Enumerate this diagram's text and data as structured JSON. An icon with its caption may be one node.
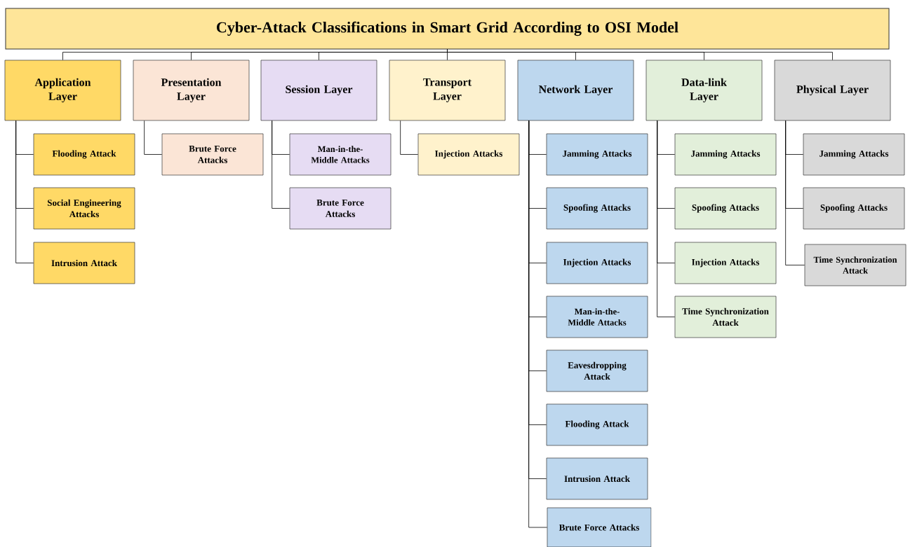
{
  "diagram": {
    "nodes": [
      {
        "text": [
          "Cyber-Attack Classifications in Smart Grid According to OSI Model"
        ]
      },
      {
        "text": [
          "Application Layer"
        ]
      },
      {
        "text": [
          "Presentation Layer"
        ]
      },
      {
        "text": [
          "Session Layer"
        ]
      },
      {
        "text": [
          "Transport Layer"
        ]
      },
      {
        "text": [
          "Network Layer"
        ]
      },
      {
        "text": [
          "Data-link Layer"
        ]
      },
      {
        "text": [
          "Physical Layer"
        ]
      },
      {
        "text": [
          "Flooding Attack"
        ]
      },
      {
        "text": [
          "Social Engineering Attacks"
        ]
      },
      {
        "text": [
          "Intrusion Attack"
        ]
      },
      {
        "text": [
          "Brute Force Attacks"
        ]
      },
      {
        "text": [
          "Man-in-the-Middle Attacks"
        ]
      },
      {
        "text": [
          "Brute Force Attacks"
        ]
      },
      {
        "text": [
          "Injection Attacks"
        ]
      },
      {
        "text": [
          "Jamming Attacks"
        ]
      },
      {
        "text": [
          "Spoofing Attacks"
        ]
      },
      {
        "text": [
          "Injection Attacks"
        ]
      },
      {
        "text": [
          "Man-in-the-Middle Attacks"
        ]
      },
      {
        "text": [
          "Eavesdropping Attack"
        ]
      },
      {
        "text": [
          "Flooding Attack"
        ]
      },
      {
        "text": [
          "Intrusion Attack"
        ]
      },
      {
        "text": [
          "Brute Force Attacks"
        ]
      },
      {
        "text": [
          "Jamming Attacks"
        ]
      },
      {
        "text": [
          "Spoofing Attacks"
        ]
      },
      {
        "text": [
          "Injection Attacks"
        ]
      },
      {
        "text": [
          "Time Synchronization Attack"
        ]
      },
      {
        "text": [
          "Jamming Attacks"
        ]
      },
      {
        "text": [
          "Spoofing Attacks"
        ]
      },
      {
        "text": [
          "Time Synchronization Attack"
        ]
      }
    ],
    "edges": [
      {
        "from": 0,
        "to": 1,
        "arrow": "none"
      },
      {
        "from": 0,
        "to": 2,
        "arrow": "none"
      },
      {
        "from": 0,
        "to": 3,
        "arrow": "none"
      },
      {
        "from": 0,
        "to": 4,
        "arrow": "none"
      },
      {
        "from": 0,
        "to": 5,
        "arrow": "none"
      },
      {
        "from": 0,
        "to": 6,
        "arrow": "none"
      },
      {
        "from": 0,
        "to": 7,
        "arrow": "none"
      },
      {
        "from": 1,
        "to": 8,
        "arrow": "none"
      },
      {
        "from": 1,
        "to": 9,
        "arrow": "none"
      },
      {
        "from": 1,
        "to": 10,
        "arrow": "none"
      },
      {
        "from": 2,
        "to": 11,
        "arrow": "none"
      },
      {
        "from": 3,
        "to": 12,
        "arrow": "none"
      },
      {
        "from": 3,
        "to": 13,
        "arrow": "none"
      },
      {
        "from": 4,
        "to": 14,
        "arrow": "none"
      },
      {
        "from": 5,
        "to": 15,
        "arrow": "none"
      },
      {
        "from": 5,
        "to": 16,
        "arrow": "none"
      },
      {
        "from": 5,
        "to": 17,
        "arrow": "none"
      },
      {
        "from": 5,
        "to": 18,
        "arrow": "none"
      },
      {
        "from": 5,
        "to": 19,
        "arrow": "none"
      },
      {
        "from": 5,
        "to": 20,
        "arrow": "none"
      },
      {
        "from": 5,
        "to": 21,
        "arrow": "none"
      },
      {
        "from": 5,
        "to": 22,
        "arrow": "none"
      },
      {
        "from": 6,
        "to": 23,
        "arrow": "none"
      },
      {
        "from": 6,
        "to": 24,
        "arrow": "none"
      },
      {
        "from": 6,
        "to": 25,
        "arrow": "none"
      },
      {
        "from": 6,
        "to": 26,
        "arrow": "none"
      },
      {
        "from": 7,
        "to": 27,
        "arrow": "none"
      },
      {
        "from": 7,
        "to": 28,
        "arrow": "none"
      },
      {
        "from": 7,
        "to": 29,
        "arrow": "none"
      }
    ]
  }
}
